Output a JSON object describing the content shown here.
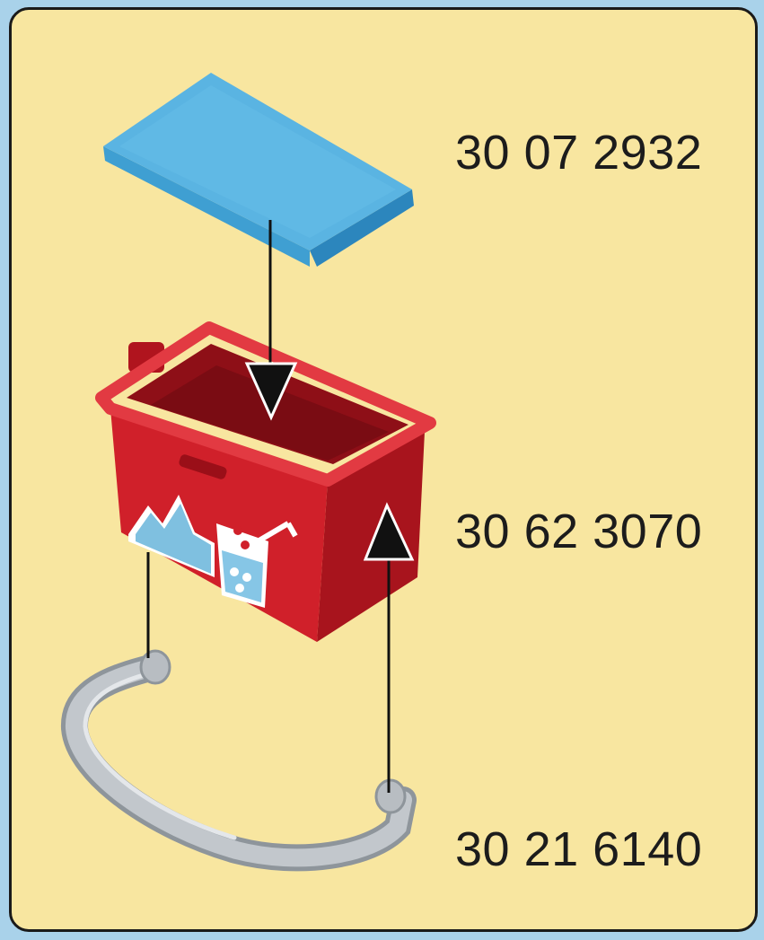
{
  "parts": [
    {
      "name": "lid",
      "part_number": "30 07 2932",
      "color": "#5ab4e2"
    },
    {
      "name": "bucket",
      "part_number": "30 62 3070",
      "color": "#d0202a"
    },
    {
      "name": "handle",
      "part_number": "30 21 6140",
      "color": "#c2c7cc"
    }
  ],
  "colors": {
    "background": "#a9d2ea",
    "panel": "#f8e6a0",
    "border": "#1a1a1a",
    "arrow": "#111111"
  }
}
